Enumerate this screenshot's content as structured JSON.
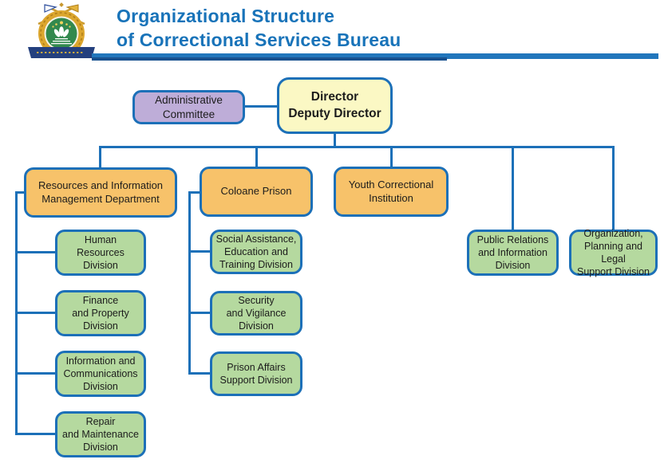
{
  "header": {
    "title_line1": "Organizational Structure",
    "title_line2": "of Correctional Services Bureau",
    "logo_name": "macau-correctional-services-bureau-emblem"
  },
  "colors": {
    "title_text": "#1873B9",
    "box_border": "#1C70B8",
    "connector": "#1C70B8",
    "director_fill": "#FBF8C4",
    "committee_fill": "#BEADD8",
    "department_fill": "#F7C26A",
    "division_fill": "#B5D99F",
    "header_rule": "#2176BC"
  },
  "org_chart": {
    "type": "org-tree",
    "nodes": {
      "director": {
        "label": "Director\nDeputy Director",
        "role": "top",
        "parent": null
      },
      "administrative_committee": {
        "label": "Administrative\nCommittee",
        "role": "committee",
        "parent": "director"
      },
      "resources_dept": {
        "label": "Resources and Information\nManagement Department",
        "role": "department",
        "parent": "director"
      },
      "coloane_prison": {
        "label": "Coloane Prison",
        "role": "department",
        "parent": "director"
      },
      "youth_institution": {
        "label": "Youth Correctional\nInstitution",
        "role": "department",
        "parent": "director"
      },
      "human_resources": {
        "label": "Human\nResources\nDivision",
        "role": "division",
        "parent": "resources_dept"
      },
      "finance_property": {
        "label": "Finance\nand Property\nDivision",
        "role": "division",
        "parent": "resources_dept"
      },
      "information_communications": {
        "label": "Information and\nCommunications\nDivision",
        "role": "division",
        "parent": "resources_dept"
      },
      "repair_maintenance": {
        "label": "Repair\nand Maintenance\nDivision",
        "role": "division",
        "parent": "resources_dept"
      },
      "social_assistance": {
        "label": "Social Assistance,\nEducation and\nTraining Division",
        "role": "division",
        "parent": "coloane_prison"
      },
      "security_vigilance": {
        "label": "Security\nand Vigilance\nDivision",
        "role": "division",
        "parent": "coloane_prison"
      },
      "prison_affairs": {
        "label": "Prison Affairs\nSupport Division",
        "role": "division",
        "parent": "coloane_prison"
      },
      "public_relations": {
        "label": "Public Relations\nand Information\nDivision",
        "role": "division",
        "parent": "director"
      },
      "organization_planning": {
        "label": "Organization,\nPlanning and Legal\nSupport Division",
        "role": "division",
        "parent": "director"
      }
    }
  }
}
